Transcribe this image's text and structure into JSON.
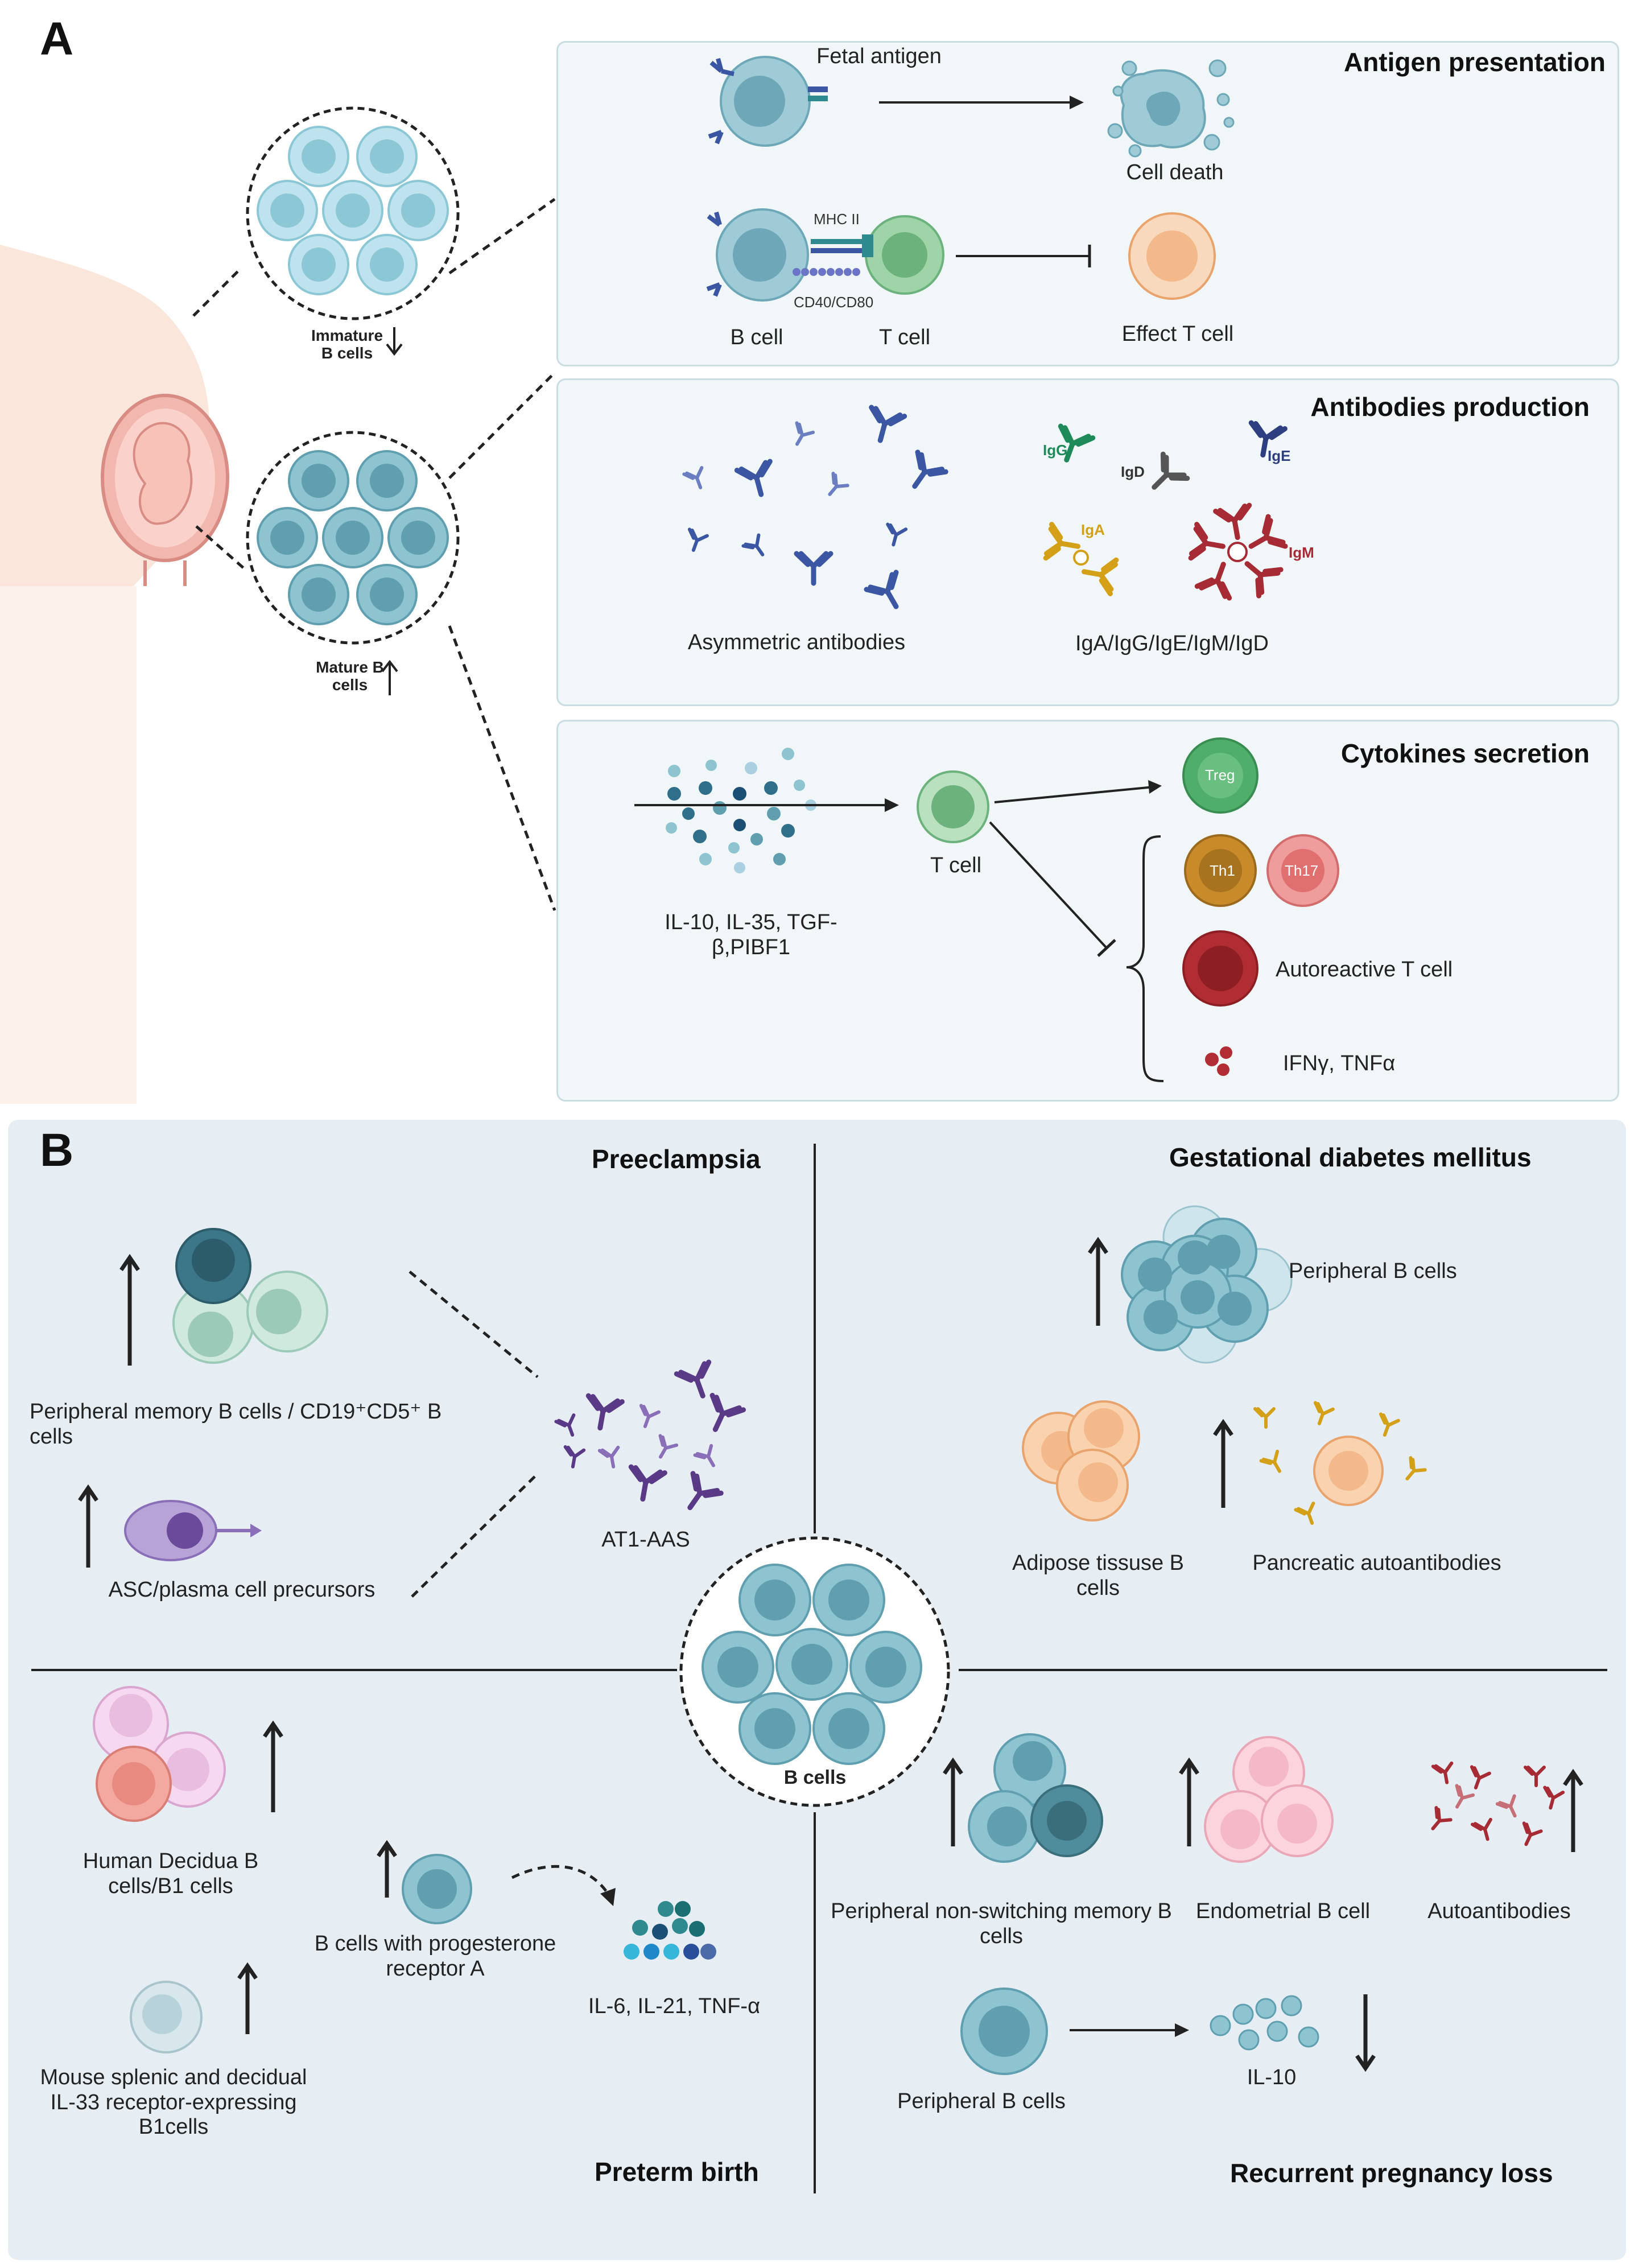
{
  "section_a": {
    "letter": "A",
    "immature_label": "Immature B cells",
    "mature_label": "Mature B cells",
    "antigen_presentation": {
      "title": "Antigen presentation",
      "fetal_antigen": "Fetal antigen",
      "cell_death": "Cell death",
      "mhc": "MHC II",
      "cd40": "CD40/CD80",
      "b_cell": "B cell",
      "t_cell": "T cell",
      "effect_t_cell": "Effect T cell"
    },
    "antibodies_production": {
      "title": "Antibodies production",
      "asymmetric": "Asymmetric antibodies",
      "isotypes": "IgA/IgG/IgE/IgM/IgD",
      "igg": "IgG",
      "igd": "IgD",
      "ige": "IgE",
      "iga": "IgA",
      "igm": "IgM"
    },
    "cytokines_secretion": {
      "title": "Cytokines secretion",
      "cytokines": "IL-10, IL-35, TGF-β,PIBF1",
      "t_cell": "T cell",
      "treg": "Treg",
      "th1": "Th1",
      "th17": "Th17",
      "autoreactive": "Autoreactive T cell",
      "ifn": "IFNγ, TNFα"
    }
  },
  "section_b": {
    "letter": "B",
    "center": "B cells",
    "preeclampsia": {
      "title": "Preeclampsia",
      "memory": "Peripheral memory B cells / CD19⁺CD5⁺ B cells",
      "asc": "ASC/plasma cell precursors",
      "at1": "AT1-AAS"
    },
    "gdm": {
      "title": "Gestational diabetes mellitus",
      "peripheral": "Peripheral B cells",
      "adipose": "Adipose tissuse B cells",
      "pancreatic": "Pancreatic autoantibodies"
    },
    "preterm": {
      "title": "Preterm birth",
      "decidua": "Human Decidua B cells/B1 cells",
      "progesterone": "B cells with progesterone receptor A",
      "cytokines": "IL-6, IL-21, TNF-α",
      "mouse": "Mouse splenic and decidual IL-33 receptor-expressing B1cells"
    },
    "rpl": {
      "title": "Recurrent pregnancy loss",
      "nonswitch": "Peripheral non-switching memory B cells",
      "endometrial": "Endometrial B cell",
      "autoantibodies": "Autoantibodies",
      "peripheral": "Peripheral B cells",
      "il10": "IL-10"
    }
  },
  "colors": {
    "panel_bg": "#f1f7f8",
    "section_b_bg": "#e6eef4",
    "immature_cell": "#bfe3ee",
    "mature_cell": "#8ec3d0",
    "t_cell": "#9fd4a8",
    "effect_t_cell": "#f6c49a",
    "treg": "#4fae6a",
    "th1": "#c98a2a",
    "th17": "#e57878",
    "autoreactive": "#b22d33",
    "antibody_blue": "#3b56a3",
    "antibody_purple": "#5a3a87"
  }
}
